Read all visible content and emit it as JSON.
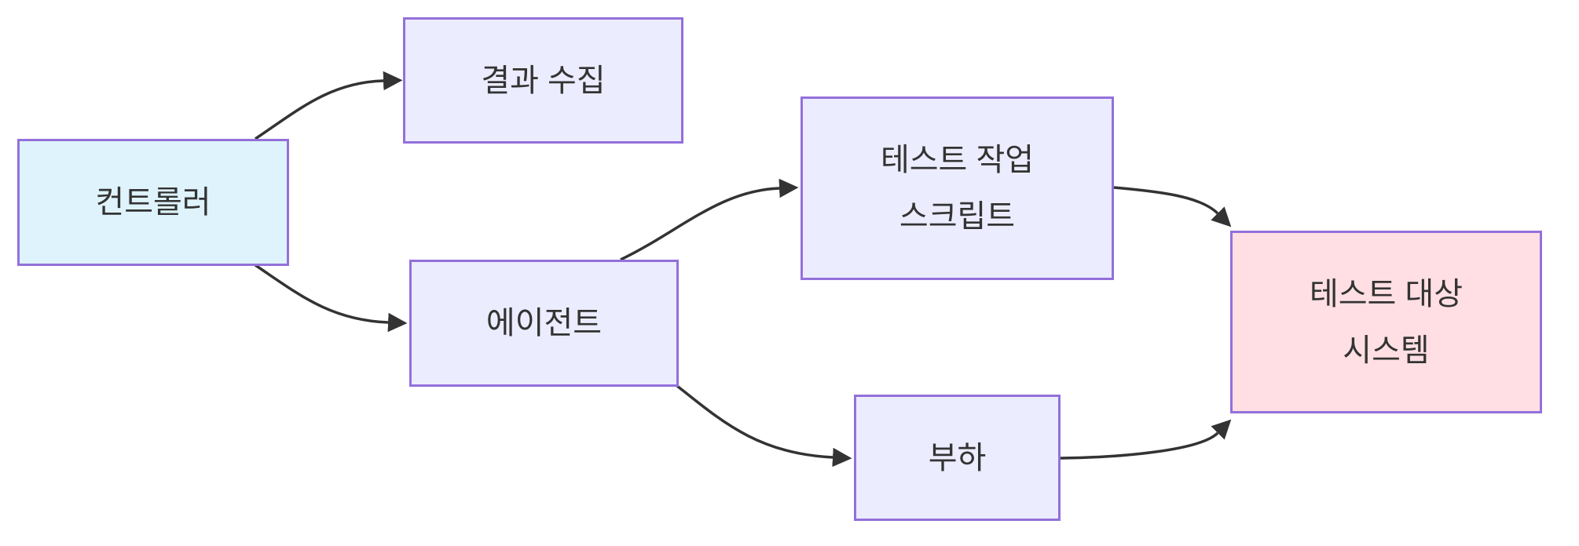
{
  "diagram": {
    "type": "flowchart",
    "direction": "left-to-right",
    "nodes": [
      {
        "id": "controller",
        "label": "컨트롤러",
        "fill": "#DEF3FB",
        "border": "#9370DB"
      },
      {
        "id": "result-collection",
        "label": "결과 수집",
        "fill": "#ECECFF",
        "border": "#9370DB"
      },
      {
        "id": "agent",
        "label": "에이전트",
        "fill": "#ECECFF",
        "border": "#9370DB"
      },
      {
        "id": "test-script",
        "label": "테스트 작업\n스크립트",
        "fill": "#ECECFF",
        "border": "#9370DB"
      },
      {
        "id": "load",
        "label": "부하",
        "fill": "#ECECFF",
        "border": "#9370DB"
      },
      {
        "id": "target-system",
        "label": "테스트 대상\n시스템",
        "fill": "#FFDFE3",
        "border": "#9370DB"
      }
    ],
    "edges": [
      {
        "from": "controller",
        "to": "result-collection",
        "label": ""
      },
      {
        "from": "controller",
        "to": "agent",
        "label": ""
      },
      {
        "from": "agent",
        "to": "test-script",
        "label": ""
      },
      {
        "from": "agent",
        "to": "load",
        "label": ""
      },
      {
        "from": "test-script",
        "to": "target-system",
        "label": ""
      },
      {
        "from": "load",
        "to": "target-system",
        "label": ""
      }
    ],
    "colors": {
      "edge_stroke": "#333333",
      "node_border": "#9370DB",
      "node_fill_default": "#ECECFF",
      "node_fill_controller": "#DEF3FB",
      "node_fill_target": "#FFDFE3",
      "text": "#333333",
      "background": "#ffffff"
    }
  }
}
